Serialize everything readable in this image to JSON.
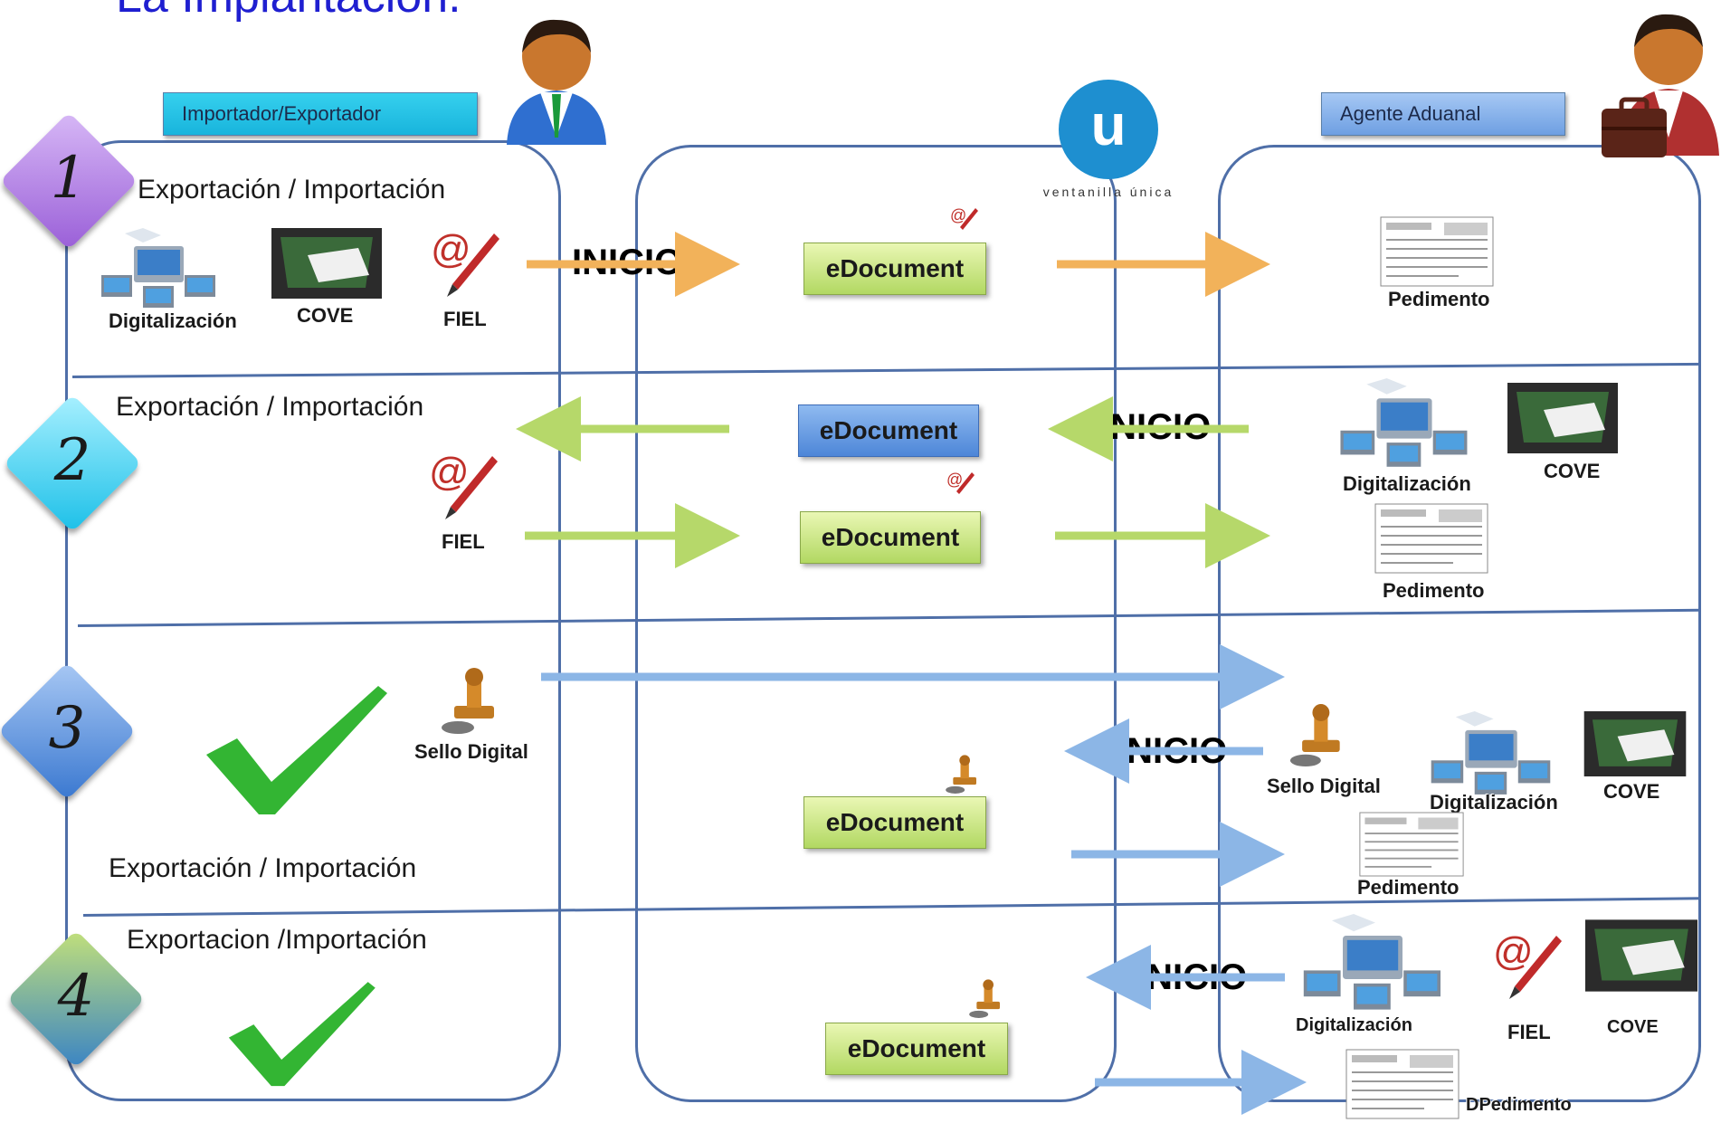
{
  "title": "La Implantación.",
  "headers": {
    "importer": "Importador/Exportador",
    "agent": "Agente Aduanal"
  },
  "logo": {
    "letter": "u",
    "caption": "ventanilla única",
    "color": "#1e8fd0"
  },
  "steps": [
    {
      "number": "1",
      "color": "#b07ae0"
    },
    {
      "number": "2",
      "color": "#3ccff0"
    },
    {
      "number": "3",
      "color": "#4d8ed8"
    },
    {
      "number": "4",
      "color": "#4aa8b8"
    }
  ],
  "sections": {
    "s1": "Exportación / Importación",
    "s2": "Exportación / Importación",
    "s3": "Exportación / Importación",
    "s4": "Exportacion /Importación"
  },
  "edocument_label": "eDocument",
  "inicio_label": "INICIO",
  "labels": {
    "digitalizacion": "Digitalización",
    "cove": "COVE",
    "fiel": "FIEL",
    "pedimento": "Pedimento",
    "sello_digital": "Sello Digital",
    "dpedimento": "DPedimento"
  },
  "icons": [
    "user-importer-icon",
    "user-agent-icon",
    "network-icon",
    "laptop-cove-icon",
    "fiel-pen-icon",
    "document-pedimento-icon",
    "stamp-icon",
    "checkmark-icon"
  ],
  "colors": {
    "lane_border": "#4f6fa8",
    "arrow_orange": "#f2b25a",
    "arrow_green": "#b6d86a",
    "arrow_blue": "#8cb6e6",
    "check_green": "#3cb83c"
  }
}
